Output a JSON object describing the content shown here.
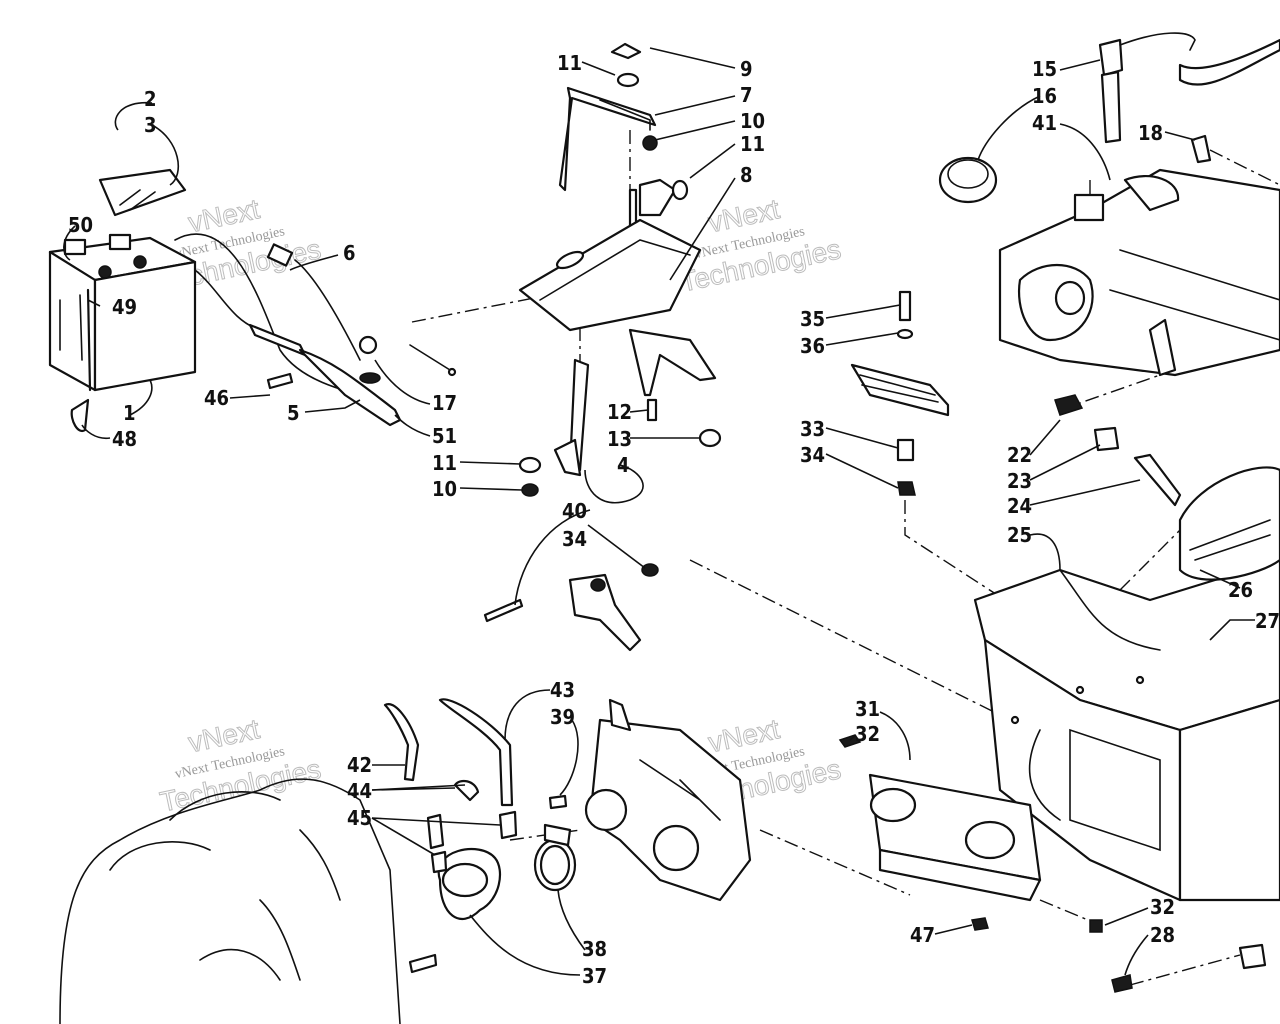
{
  "callouts": {
    "c1": "1",
    "c2": "2",
    "c3": "3",
    "c4": "4",
    "c5": "5",
    "c6": "6",
    "c7": "7",
    "c8": "8",
    "c9": "9",
    "c10a": "10",
    "c10b": "10",
    "c11a": "11",
    "c11b": "11",
    "c11c": "11",
    "c12": "12",
    "c13": "13",
    "c15": "15",
    "c16": "16",
    "c17": "17",
    "c18": "18",
    "c22": "22",
    "c23": "23",
    "c24": "24",
    "c25": "25",
    "c26": "26",
    "c27": "27",
    "c28": "28",
    "c31": "31",
    "c32a": "32",
    "c32b": "32",
    "c33": "33",
    "c34a": "34",
    "c34b": "34",
    "c35": "35",
    "c36": "36",
    "c37": "37",
    "c38": "38",
    "c39": "39",
    "c40": "40",
    "c41": "41",
    "c42": "42",
    "c43": "43",
    "c44": "44",
    "c45": "45",
    "c46": "46",
    "c47": "47",
    "c48": "48",
    "c49": "49",
    "c50": "50",
    "c51": "51"
  },
  "watermark": {
    "line1": "vNext",
    "line2": "vNext Technologies",
    "line3": "Technologies"
  }
}
